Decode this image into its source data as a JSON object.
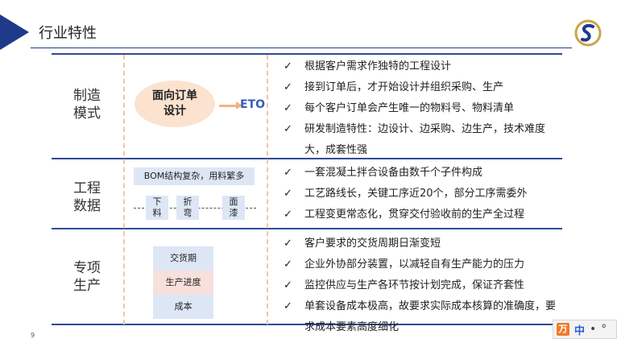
{
  "header": {
    "title": "行业特性"
  },
  "rows": [
    {
      "label_lines": [
        "制造",
        "模式"
      ],
      "diagram": {
        "oval_text": "面向订单设计",
        "arrow_target": "ETO"
      },
      "bullets": [
        "根据客户需求作独特的工程设计",
        "接到订单后，才开始设计并组织采购、生产",
        "每个客户订单会产生唯一的物料号、物料清单",
        "研发制造特性：边设计、边采购、边生产，技术难度大，成套性强"
      ]
    },
    {
      "label_lines": [
        "工程",
        "数据"
      ],
      "diagram": {
        "bom_text": "BOM结构复杂，用料繁多",
        "steps": [
          {
            "line1": "下",
            "line2": "料"
          },
          {
            "line1": "折",
            "line2": "弯"
          },
          {
            "line1": "面",
            "line2": "漆"
          }
        ]
      },
      "bullets": [
        "一套混凝土拌合设备由数千个子件构成",
        "工艺路线长，关键工序近20个，部分工序需委外",
        "工程变更常态化，贯穿交付验收前的生产全过程"
      ]
    },
    {
      "label_lines": [
        "专项",
        "生产"
      ],
      "diagram": {
        "stack": [
          {
            "text": "交货期",
            "color": "#dde6f5"
          },
          {
            "text": "生产进度",
            "color": "#f8e0dc"
          },
          {
            "text": "成本",
            "color": "#dde6f5"
          }
        ]
      },
      "bullets": [
        "客户要求的交货周期日渐变短",
        "企业外协部分装置，以减轻自有生产能力的压力",
        "监控供应与生产各环节按计划完成，保证齐套性",
        "单套设备成本极高，故要求实际成本核算的准确度，要求成本要素高度细化"
      ]
    }
  ],
  "footer": {
    "page_number": "9"
  },
  "ime": {
    "logo_glyph": "万",
    "mode": "中",
    "punct": "•",
    "more": "°"
  },
  "colors": {
    "accent": "#1f3a8a",
    "oval": "#fbe3d0",
    "box_blue": "#dde6f5",
    "box_pink": "#f8e0dc",
    "arrow": "#f4b183"
  }
}
